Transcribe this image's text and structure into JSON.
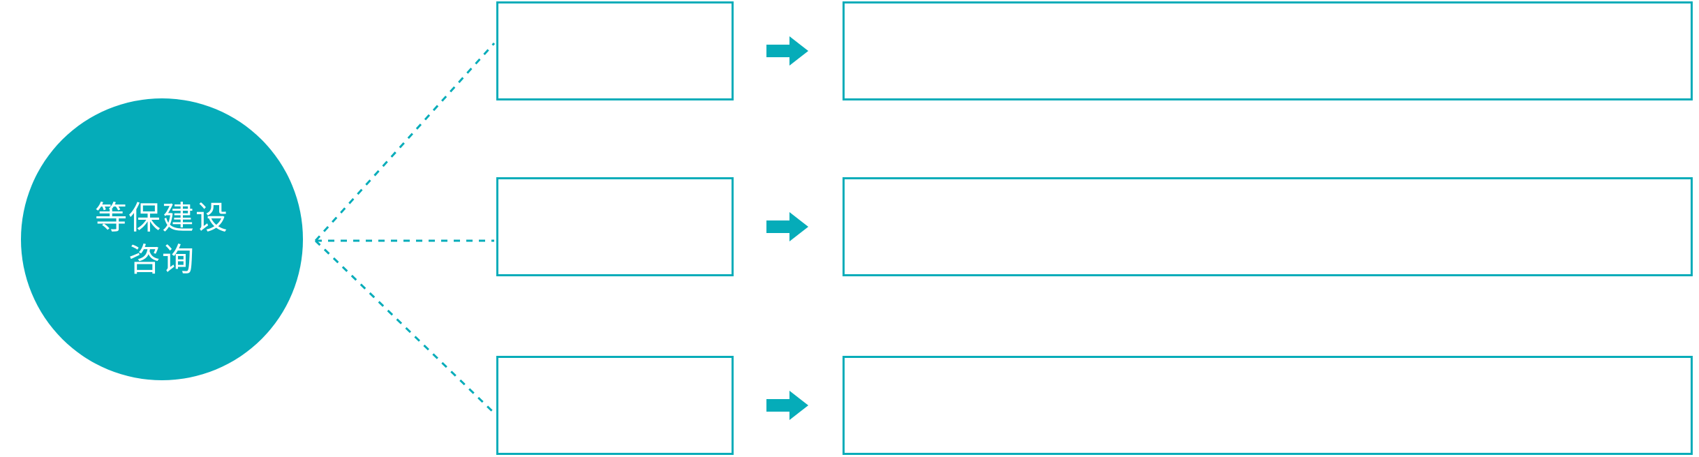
{
  "diagram": {
    "title": "等保建设咨询",
    "accent_color": "#05acb9",
    "background_color": "#ffffff",
    "hub": {
      "label": "等保建设\n咨询",
      "line_1": "等保建设",
      "line_2": "咨询",
      "shape": "circle",
      "fill": "#05acb9",
      "text_color": "#ffffff"
    },
    "connector": {
      "style": "dotted",
      "color": "#05acb9",
      "fan_origin_label": "fan-out-node",
      "branch_count": 3
    },
    "arrow": {
      "icon": "arrow-right-icon",
      "color": "#05acb9",
      "count": 3
    },
    "rows": [
      {
        "id": "row-1",
        "small_box": {
          "text": ""
        },
        "arrow_label": "",
        "large_box": {
          "text": ""
        }
      },
      {
        "id": "row-2",
        "small_box": {
          "text": ""
        },
        "arrow_label": "",
        "large_box": {
          "text": ""
        }
      },
      {
        "id": "row-3",
        "small_box": {
          "text": ""
        },
        "arrow_label": "",
        "large_box": {
          "text": ""
        }
      }
    ]
  }
}
